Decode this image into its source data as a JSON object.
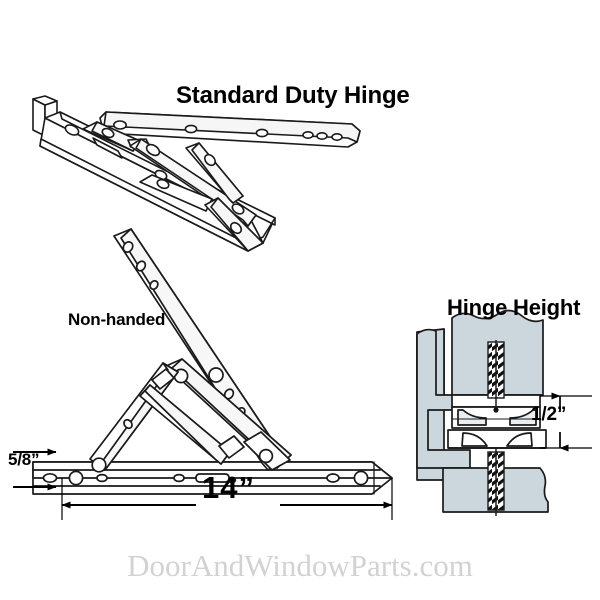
{
  "document": {
    "type": "technical-product-diagram",
    "subject": "Standard Duty Window Hinge",
    "background_color": "#ffffff",
    "line_color": "#1a1a1a",
    "section_fill_color": "#ccd6dd"
  },
  "titles": {
    "main": "Standard Duty Hinge",
    "detail": "Hinge Height"
  },
  "annotations": {
    "handing": "Non-handed"
  },
  "dimensions": {
    "length": "14”",
    "track_height": "5/8”",
    "hinge_height": "1/2”"
  },
  "watermark": {
    "text": "DoorAndWindowParts.com",
    "color": "#d2d2d2"
  }
}
